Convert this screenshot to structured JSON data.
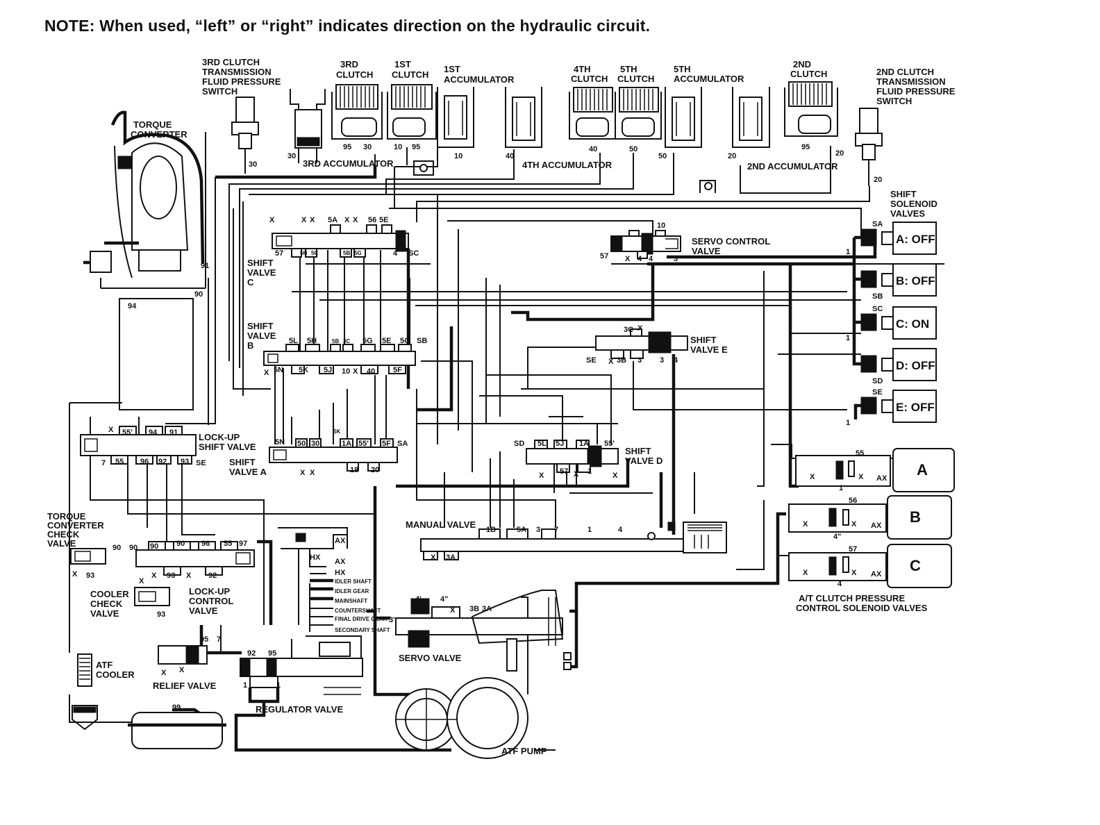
{
  "note": "NOTE: When used, “left” or “right” indicates direction on the hydraulic circuit.",
  "top": {
    "sw3": [
      "3RD CLUTCH",
      "TRANSMISSION",
      "FLUID PRESSURE",
      "SWITCH"
    ],
    "cl3": [
      "3RD",
      "CLUTCH"
    ],
    "cl1": [
      "1ST",
      "CLUTCH"
    ],
    "acc1": [
      "1ST",
      "ACCUMULATOR"
    ],
    "cl4": [
      "4TH",
      "CLUTCH"
    ],
    "cl5": [
      "5TH",
      "CLUTCH"
    ],
    "acc5": [
      "5TH",
      "ACCUMULATOR"
    ],
    "cl2": [
      "2ND",
      "CLUTCH"
    ],
    "sw2": [
      "2ND CLUTCH",
      "TRANSMISSION",
      "FLUID PRESSURE",
      "SWITCH"
    ],
    "acc3": "3RD ACCUMULATOR",
    "acc4": "4TH ACCUMULATOR",
    "acc2": "2ND ACCUMULATOR"
  },
  "left": {
    "torque_converter": [
      "TORQUE",
      "CONVERTER"
    ],
    "lockup_shift": [
      "LOCK-UP",
      "SHIFT VALVE"
    ],
    "tc_check": [
      "TORQUE",
      "CONVERTER",
      "CHECK",
      "VALVE"
    ],
    "cooler_check": [
      "COOLER",
      "CHECK",
      "VALVE"
    ],
    "lockup_control": [
      "LOCK-UP",
      "CONTROL",
      "VALVE"
    ],
    "atf_cooler": [
      "ATF",
      "COOLER"
    ],
    "relief": "RELIEF VALVE",
    "regulator": "REGULATOR VALVE",
    "atf_pump": "ATF PUMP"
  },
  "valves": {
    "shift_c": [
      "SHIFT",
      "VALVE",
      "C"
    ],
    "shift_b": [
      "SHIFT",
      "VALVE",
      "B"
    ],
    "shift_a": [
      "SHIFT",
      "VALVE A"
    ],
    "shift_d": [
      "SHIFT",
      "VALVE D"
    ],
    "shift_e": [
      "SHIFT",
      "VALVE E"
    ],
    "servo_control": [
      "SERVO CONTROL",
      "VALVE"
    ],
    "manual": "MANUAL VALVE",
    "servo": "SERVO VALVE"
  },
  "shaft_labels": [
    "IDLER SHAFT",
    "IDLER GEAR",
    "MAINSHAFT",
    "COUNTERSHAFT",
    "FINAL DRIVE GEAR",
    "SECONDARY SHAFT"
  ],
  "solenoids": {
    "title": [
      "SHIFT",
      "SOLENOID",
      "VALVES"
    ],
    "items": [
      "A: OFF",
      "B: OFF",
      "C: ON",
      "D: OFF",
      "E: OFF"
    ],
    "tags": [
      "SA",
      "SB",
      "SC",
      "SD",
      "SE"
    ]
  },
  "pressure_solenoids": {
    "items": [
      "A",
      "B",
      "C"
    ],
    "caption": [
      "A/T CLUTCH PRESSURE",
      "CONTROL SOLENOID VALVES"
    ]
  },
  "port_labels": {
    "p30": "30",
    "p95": "95",
    "p10": "10",
    "p40": "40",
    "p50": "50",
    "p20": "20",
    "p91": "91",
    "p90": "90",
    "p94": "94",
    "p93": "93",
    "p92": "92",
    "p96": "96",
    "p55": "55",
    "p97": "97",
    "p99": "99",
    "p1": "1",
    "p7": "7",
    "p57": "57",
    "p3": "3",
    "p4": "4",
    "p5a": "5A",
    "p1b": "1B",
    "p3a": "3A",
    "p3b": "3B",
    "p3c": "3C",
    "p5c": "5C",
    "p5e": "5E",
    "p5f": "5F",
    "p5g": "5G",
    "p5h": "5H",
    "p5j": "5J",
    "p5k": "5K",
    "p5l": "5L",
    "p5n": "5N",
    "p5b": "5B",
    "p1a": "1A",
    "p55p": "55'",
    "p56": "56",
    "p4p": "4'",
    "p4pp": "4\"",
    "p3p": "3'",
    "p18": "18",
    "x": "X",
    "ax": "AX",
    "hx": "HX",
    "sc": "SC",
    "se": "SE",
    "sd": "SD",
    "sb": "SB",
    "sa": "SA"
  }
}
